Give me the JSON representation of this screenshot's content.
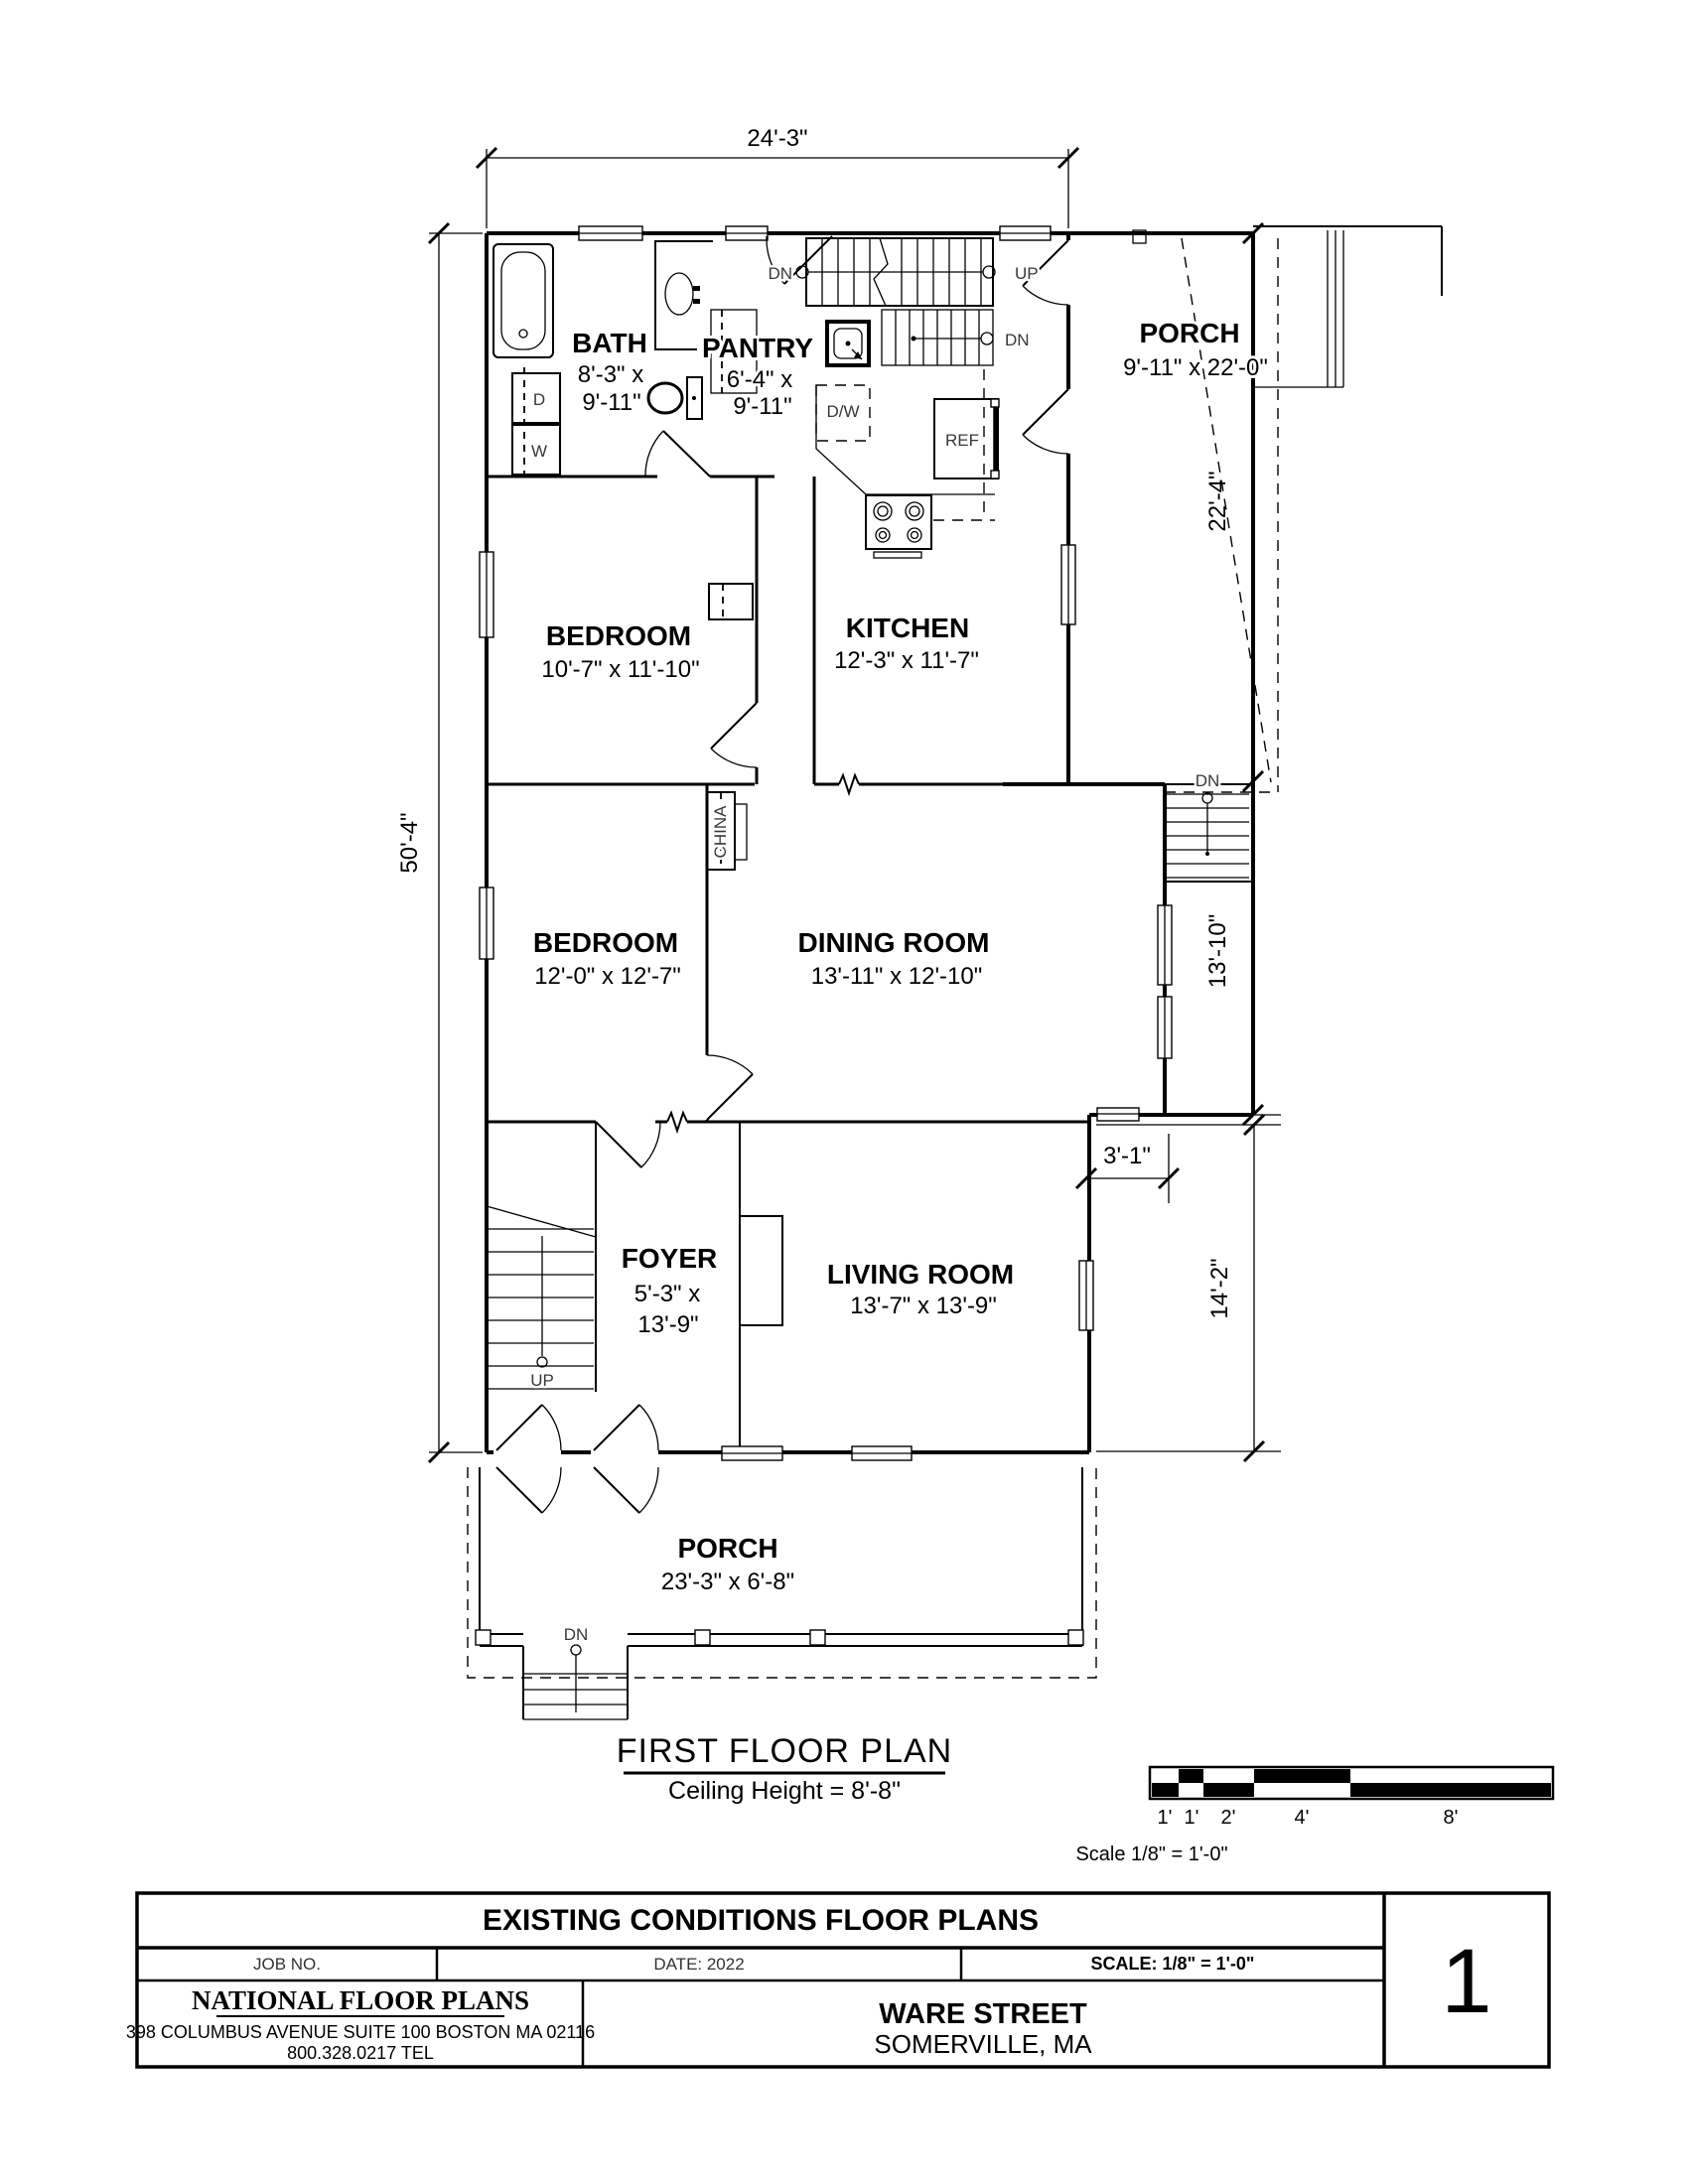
{
  "plan": {
    "title": "FIRST FLOOR PLAN",
    "subtitle": "Ceiling Height = 8'-8\"",
    "dimensions": {
      "top_width": "24'-3\"",
      "left_height": "50'-4\"",
      "porch_side_depth": "22'-4\"",
      "stair_hall_depth": "13'-10\"",
      "living_offset": "3'-1\"",
      "living_depth": "14'-2\""
    },
    "rooms": {
      "bath": {
        "name": "BATH",
        "size1": "8'-3\" x",
        "size2": "9'-11\""
      },
      "pantry": {
        "name": "PANTRY",
        "size1": "6'-4\" x",
        "size2": "9'-11\""
      },
      "porch_side": {
        "name": "PORCH",
        "size": "9'-11\" x 22'-0\""
      },
      "bedroom1": {
        "name": "BEDROOM",
        "size": "10'-7\" x 11'-10\""
      },
      "kitchen": {
        "name": "KITCHEN",
        "size": "12'-3\" x 11'-7\""
      },
      "bedroom2": {
        "name": "BEDROOM",
        "size": "12'-0\" x 12'-7\""
      },
      "dining": {
        "name": "DINING ROOM",
        "size": "13'-11\" x 12'-10\""
      },
      "foyer": {
        "name": "FOYER",
        "size1": "5'-3\" x",
        "size2": "13'-9\""
      },
      "living": {
        "name": "LIVING ROOM",
        "size": "13'-7\" x 13'-9\""
      },
      "porch_front": {
        "name": "PORCH",
        "size": "23'-3\" x 6'-8\""
      }
    },
    "labels": {
      "up": "UP",
      "dn": "DN",
      "dw": "D/W",
      "ref": "REF",
      "china": "CHINA",
      "dryer": "D",
      "washer": "W"
    }
  },
  "scale_bar": {
    "ticks": [
      "1'",
      "1'",
      "2'",
      "4'",
      "8'"
    ],
    "note": "Scale  1/8\" = 1'-0\""
  },
  "title_block": {
    "title": "EXISTING CONDITIONS FLOOR PLANS",
    "job_label": "JOB NO.",
    "date": "DATE: 2022",
    "scale": "SCALE: 1/8\" = 1'-0\"",
    "company": "NATIONAL FLOOR PLANS",
    "address": "398 COLUMBUS AVENUE SUITE 100 BOSTON MA 02116",
    "phone": "800.328.0217 TEL",
    "project": "WARE STREET",
    "location": "SOMERVILLE, MA",
    "sheet": "1"
  }
}
